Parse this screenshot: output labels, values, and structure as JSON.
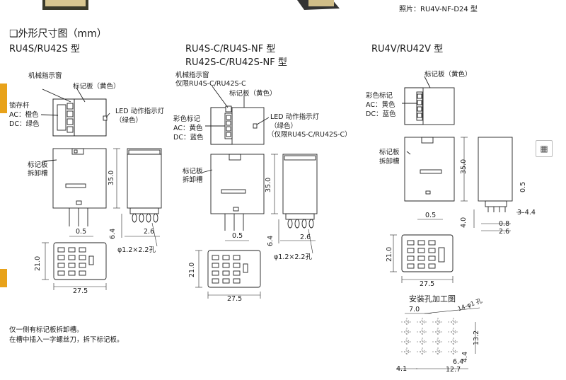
{
  "header": {
    "photo_caption": "照片：RU4V-NF-D24 型",
    "section_title": "❑外形尺寸图（mm）"
  },
  "models": {
    "m1": "RU4S/RU42S 型",
    "m2_line1": "RU4S-C/RU4S-NF 型",
    "m2_line2": "RU42S-C/RU42S-NF 型",
    "m3": "RU4V/RU42V 型"
  },
  "labels": {
    "mech_window": "机械指示窗",
    "mech_window_only": "机械指示窗",
    "only_c": "仅限RU4S-C/RU42S-C",
    "marker_plate": "标记板（黄色）",
    "marker_plate2": "标记板（黄色）",
    "marker_plate3": "标记板（黄色）",
    "lock_lever": "锁存杆",
    "ac_orange": "AC：橙色",
    "dc_green": "DC：绿色",
    "led_lamp": "LED 动作指示灯",
    "led_green": "（绿色）",
    "led_lamp2": "LED 动作指示灯",
    "led_green2": "（绿色）",
    "led_only": "（仅限RU4S-C/RU42S-C）",
    "color_mark": "彩色标记",
    "ac_yellow": "AC：黄色",
    "dc_blue": "DC：蓝色",
    "color_mark3": "彩色标记",
    "ac_yellow3": "AC：黄色",
    "dc_blue3": "DC：蓝色",
    "plate_slot_a": "标记板",
    "plate_slot_b": "拆卸槽",
    "plate_slot2_a": "标记板",
    "plate_slot2_b": "拆卸槽",
    "plate_slot3_a": "标记板",
    "plate_slot3_b": "拆卸槽",
    "hole_title": "安装孔加工图",
    "hole_spec": "14-φ1 孔"
  },
  "dims": {
    "d35a": "35.0",
    "d05a": "0.5",
    "d64a": "6.4",
    "d26a": "2.6",
    "hole_a": "φ1.2×2.2孔",
    "d210a": "21.0",
    "d275a": "27.5",
    "d35b": "35.0",
    "d05b": "0.5",
    "d64b": "6.4",
    "d26b": "2.6",
    "hole_b": "φ1.2×2.2孔",
    "d210b": "21.0",
    "d275b": "27.5",
    "d35c": "35.0",
    "d05c": "0.5",
    "d40c": "4.0",
    "d05c2": "0.5",
    "d3_44": "3–4.4",
    "d08c": "0.8",
    "d26c": "2.6",
    "d210c": "21.0",
    "d275c": "27.5",
    "h70": "7.0",
    "h132": "13.2",
    "h44": "4.4",
    "h64": "6.4",
    "h41": "4.1",
    "h127": "12.7"
  },
  "notes": {
    "line1": "仅一侧有标记板拆卸槽。",
    "line2": "在槽中插入一字螺丝刀，拆下标记板。"
  },
  "side_icon": "scan-icon"
}
